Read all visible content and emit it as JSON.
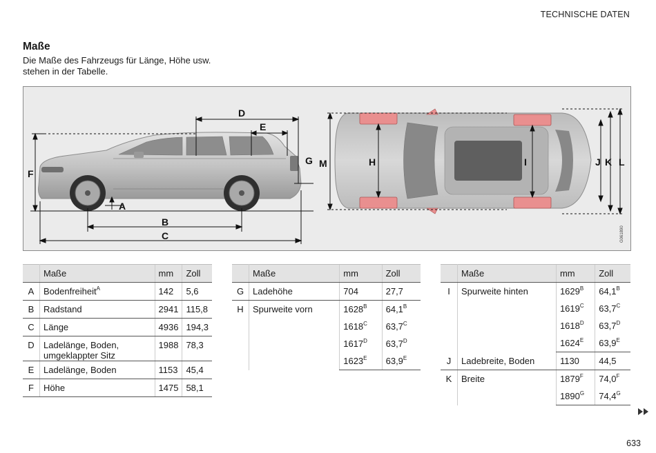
{
  "header": {
    "section_label": "TECHNISCHE DATEN"
  },
  "intro": {
    "title": "Maße",
    "text": "Die Maße des Fahrzeugs für Länge, Höhe usw. stehen in der Tabelle."
  },
  "figure": {
    "code": "G061890",
    "labels": {
      "A": "A",
      "B": "B",
      "C": "C",
      "D": "D",
      "E": "E",
      "F": "F",
      "G": "G",
      "H": "H",
      "I": "I",
      "J": "J",
      "K": "K",
      "L": "L",
      "M": "M"
    }
  },
  "tables": [
    {
      "headers": {
        "name": "Maße",
        "mm": "mm",
        "zoll": "Zoll"
      },
      "rows": [
        {
          "key": "A",
          "name": "Bodenfreiheit",
          "name_sup": "A",
          "values": [
            {
              "mm": "142",
              "zoll": "5,6"
            }
          ]
        },
        {
          "key": "B",
          "name": "Radstand",
          "values": [
            {
              "mm": "2941",
              "zoll": "115,8"
            }
          ]
        },
        {
          "key": "C",
          "name": "Länge",
          "values": [
            {
              "mm": "4936",
              "zoll": "194,3"
            }
          ]
        },
        {
          "key": "D",
          "name": "Ladelänge, Boden, umgeklappter Sitz",
          "values": [
            {
              "mm": "1988",
              "zoll": "78,3"
            }
          ]
        },
        {
          "key": "E",
          "name": "Ladelänge, Boden",
          "values": [
            {
              "mm": "1153",
              "zoll": "45,4"
            }
          ]
        },
        {
          "key": "F",
          "name": "Höhe",
          "values": [
            {
              "mm": "1475",
              "zoll": "58,1"
            }
          ]
        }
      ]
    },
    {
      "headers": {
        "name": "Maße",
        "mm": "mm",
        "zoll": "Zoll"
      },
      "rows": [
        {
          "key": "G",
          "name": "Ladehöhe",
          "values": [
            {
              "mm": "704",
              "zoll": "27,7"
            }
          ]
        },
        {
          "key": "H",
          "name": "Spurweite vorn",
          "values": [
            {
              "mm": "1628",
              "mm_sup": "B",
              "zoll": "64,1",
              "zoll_sup": "B"
            },
            {
              "mm": "1618",
              "mm_sup": "C",
              "zoll": "63,7",
              "zoll_sup": "C"
            },
            {
              "mm": "1617",
              "mm_sup": "D",
              "zoll": "63,7",
              "zoll_sup": "D"
            },
            {
              "mm": "1623",
              "mm_sup": "E",
              "zoll": "63,9",
              "zoll_sup": "E"
            }
          ]
        }
      ]
    },
    {
      "headers": {
        "name": "Maße",
        "mm": "mm",
        "zoll": "Zoll"
      },
      "rows": [
        {
          "key": "I",
          "name": "Spurweite hinten",
          "values": [
            {
              "mm": "1629",
              "mm_sup": "B",
              "zoll": "64,1",
              "zoll_sup": "B"
            },
            {
              "mm": "1619",
              "mm_sup": "C",
              "zoll": "63,7",
              "zoll_sup": "C"
            },
            {
              "mm": "1618",
              "mm_sup": "D",
              "zoll": "63,7",
              "zoll_sup": "D"
            },
            {
              "mm": "1624",
              "mm_sup": "E",
              "zoll": "63,9",
              "zoll_sup": "E"
            }
          ]
        },
        {
          "key": "J",
          "name": "Ladebreite, Boden",
          "values": [
            {
              "mm": "1130",
              "zoll": "44,5"
            }
          ]
        },
        {
          "key": "K",
          "name": "Breite",
          "values": [
            {
              "mm": "1879",
              "mm_sup": "F",
              "zoll": "74,0",
              "zoll_sup": "F"
            },
            {
              "mm": "1890",
              "mm_sup": "G",
              "zoll": "74,4",
              "zoll_sup": "G"
            }
          ]
        }
      ]
    }
  ],
  "footer": {
    "page_number": "633",
    "next_icon": "double-triangle-right-icon"
  },
  "colors": {
    "figure_bg": "#ebebeb",
    "table_header_bg": "#e3e3e3",
    "wheel_highlight": "#e98f8f"
  }
}
